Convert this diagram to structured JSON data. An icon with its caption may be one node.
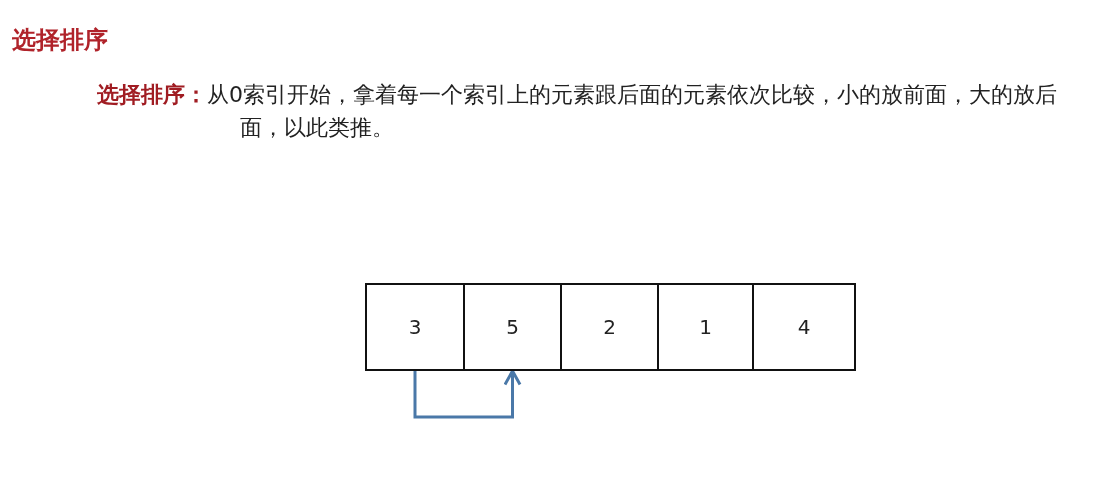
{
  "diagram": {
    "title": "选择排序",
    "nodes": [
      {
        "text": [
          "3"
        ]
      },
      {
        "text": [
          "5"
        ]
      },
      {
        "text": [
          "2"
        ]
      },
      {
        "text": [
          "1"
        ]
      },
      {
        "text": [
          "4"
        ]
      }
    ],
    "edges": [
      {
        "from": 0,
        "to": 1,
        "arrow": "to"
      }
    ],
    "labels": [
      "**选择排序：**从0索引开始，拿着每一个索引上的元素跟后面的元素依次比较，小的放前面，大的放后面，以此类推。"
    ]
  }
}
